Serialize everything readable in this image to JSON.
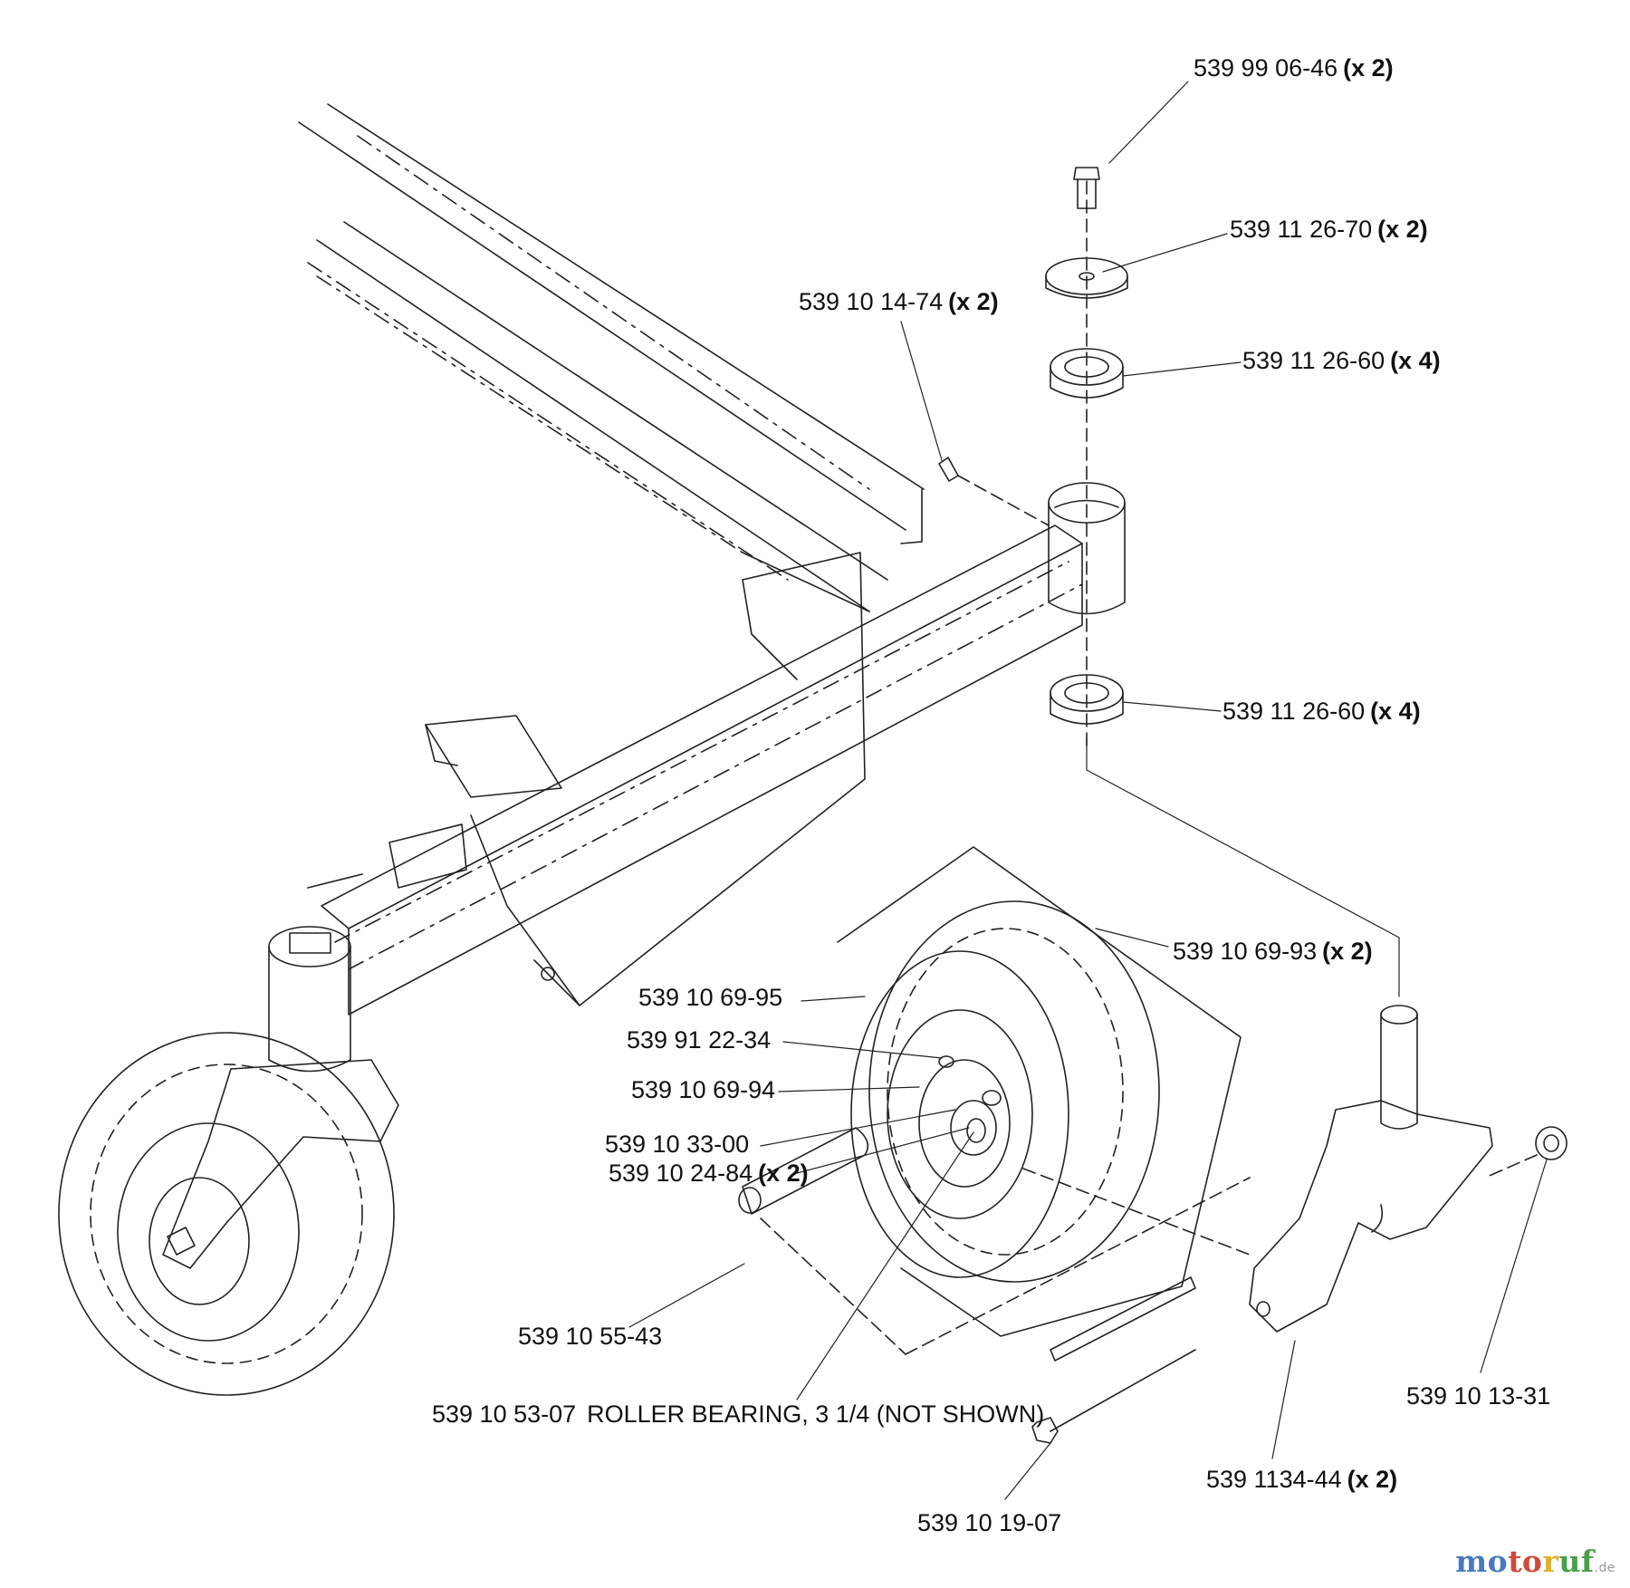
{
  "parts": [
    {
      "id": "p-539-99-06-46",
      "number": "539 99 06-46",
      "qty": "(x 2)"
    },
    {
      "id": "p-539-11-26-70",
      "number": "539 11 26-70",
      "qty": "(x 2)"
    },
    {
      "id": "p-539-10-14-74",
      "number": "539 10 14-74",
      "qty": "(x 2)"
    },
    {
      "id": "p-539-11-26-60-a",
      "number": "539 11 26-60",
      "qty": "(x 4)"
    },
    {
      "id": "p-539-11-26-60-b",
      "number": "539 11 26-60",
      "qty": "(x 4)"
    },
    {
      "id": "p-539-10-69-93",
      "number": "539 10 69-93",
      "qty": "(x 2)"
    },
    {
      "id": "p-539-10-69-95",
      "number": "539 10 69-95",
      "qty": ""
    },
    {
      "id": "p-539-91-22-34",
      "number": "539 91 22-34",
      "qty": ""
    },
    {
      "id": "p-539-10-69-94",
      "number": "539 10 69-94",
      "qty": ""
    },
    {
      "id": "p-539-10-33-00",
      "number": "539 10 33-00",
      "qty": ""
    },
    {
      "id": "p-539-10-24-84",
      "number": "539 10 24-84",
      "qty": "(x 2)"
    },
    {
      "id": "p-539-10-55-43",
      "number": "539 10 55-43",
      "qty": ""
    },
    {
      "id": "p-539-10-53-07",
      "number": "539 10 53-07",
      "qty": "",
      "desc": "ROLLER BEARING, 3 1/4 (NOT SHOWN)"
    },
    {
      "id": "p-539-10-13-31",
      "number": "539 10 13-31",
      "qty": ""
    },
    {
      "id": "p-539-11-34-44",
      "number": "539 1134-44",
      "qty": "(x 2)"
    },
    {
      "id": "p-539-10-19-07",
      "number": "539 10 19-07",
      "qty": ""
    }
  ],
  "watermark": {
    "parts": [
      "mo",
      "to",
      "r",
      "uf"
    ],
    "tld": ".de"
  },
  "colors": {
    "line": "#222222",
    "background": "#ffffff"
  }
}
